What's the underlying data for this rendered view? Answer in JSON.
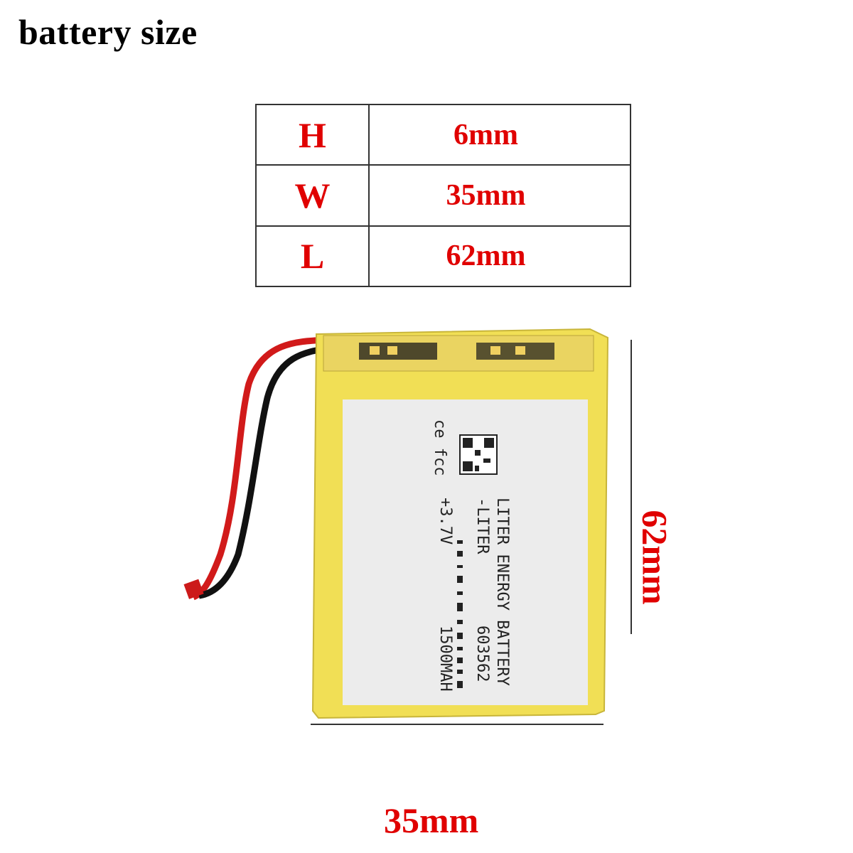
{
  "title": "battery size",
  "dimensions": [
    {
      "key": "H",
      "value": "6mm"
    },
    {
      "key": "W",
      "value": "35mm"
    },
    {
      "key": "L",
      "value": "62mm"
    }
  ],
  "width_label": "35mm",
  "length_label": "62mm",
  "battery_label": {
    "brand": "LITER ENERGY BATTERY",
    "model": "603562",
    "sub_brand": "-LITER",
    "voltage": "+3.7V",
    "capacity": "1500MAH",
    "cert": "ce  fcc"
  },
  "colors": {
    "accent": "#e00000",
    "battery_yellow": "#f1df55",
    "label": "#ececec",
    "wire_red": "#d11a1a",
    "wire_black": "#111111"
  }
}
